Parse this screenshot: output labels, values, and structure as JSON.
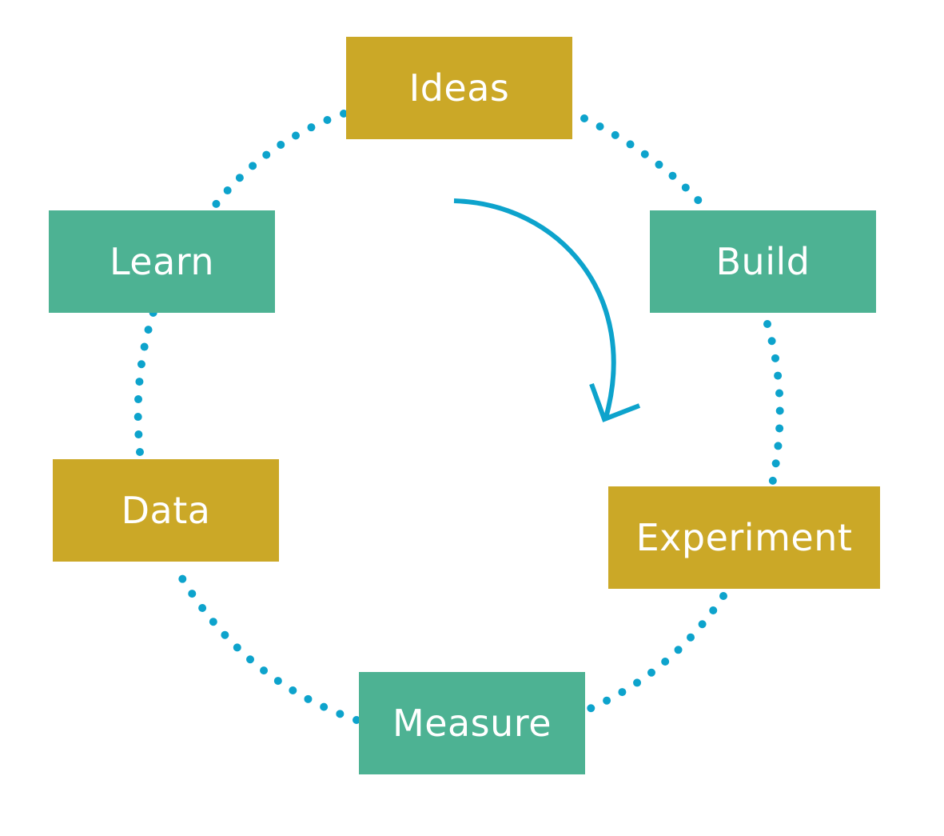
{
  "diagram": {
    "stages": [
      {
        "label": "Ideas",
        "color": "#CBA827"
      },
      {
        "label": "Build",
        "color": "#4DB293"
      },
      {
        "label": "Experiment",
        "color": "#CBA827"
      },
      {
        "label": "Measure",
        "color": "#4DB293"
      },
      {
        "label": "Data",
        "color": "#CBA827"
      },
      {
        "label": "Learn",
        "color": "#4DB293"
      }
    ],
    "connector_color": "#0DA3CC",
    "direction": "clockwise"
  }
}
